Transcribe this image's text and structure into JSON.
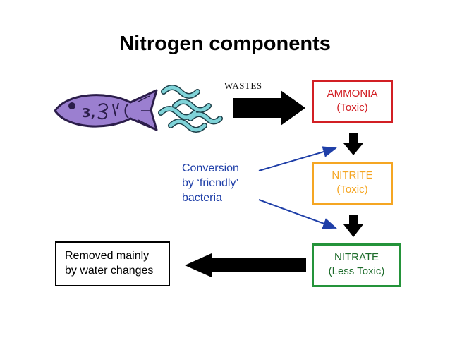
{
  "title": "Nitrogen components",
  "wastes_label": "WASTES",
  "boxes": {
    "ammonia": {
      "line1": "AMMONIA",
      "line2": "(Toxic)"
    },
    "nitrite": {
      "line1": "NITRITE",
      "line2": "(Toxic)"
    },
    "nitrate": {
      "line1": "NITRATE",
      "line2": "(Less Toxic)"
    },
    "removed": {
      "line1": "Removed mainly",
      "line2": "by water changes"
    }
  },
  "conversion": {
    "line1": "Conversion",
    "line2": "by ‘friendly’",
    "line3": "bacteria"
  },
  "colors": {
    "ammonia": "#d21f24",
    "nitrite": "#f5a623",
    "nitrate": "#24933a",
    "conversion": "#1f3fa8",
    "fish": "#9b7fd0",
    "waste_squiggles": "#7fd3d8"
  },
  "icons": [
    "fish-illustration",
    "waste-squiggles"
  ]
}
